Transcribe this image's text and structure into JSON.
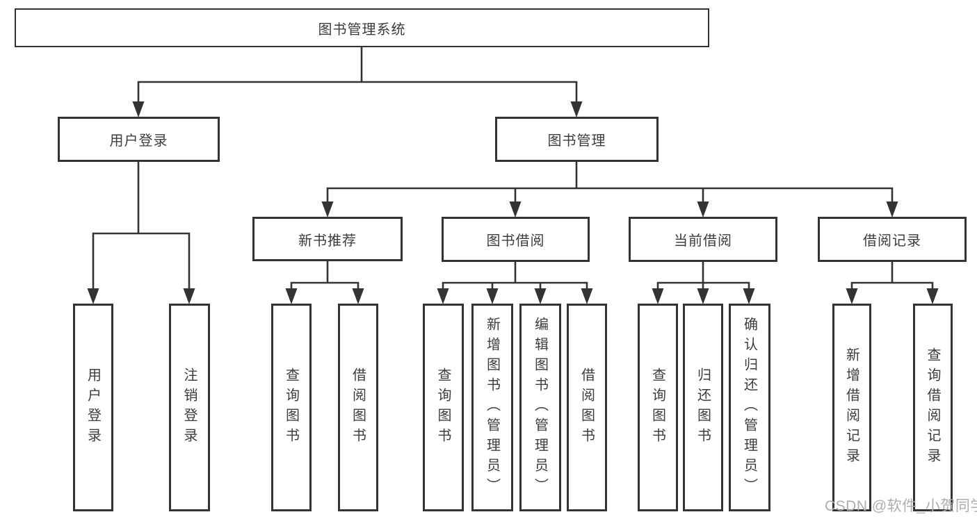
{
  "diagram_title": "图书管理系统",
  "nodes": {
    "root": {
      "label": "图书管理系统"
    },
    "user_login": {
      "label": "用户登录"
    },
    "book_mgmt": {
      "label": "图书管理"
    },
    "new_book_rec": {
      "label": "新书推荐"
    },
    "book_borrow": {
      "label": "图书借阅"
    },
    "current_borrow": {
      "label": "当前借阅"
    },
    "borrow_record": {
      "label": "借阅记录"
    },
    "leaf_user_login": {
      "label": "用户登录"
    },
    "leaf_logout": {
      "label": "注销登录"
    },
    "leaf_query_book_rec": {
      "label": "查询图书"
    },
    "leaf_borrow_book_rec": {
      "label": "借阅图书"
    },
    "leaf_query_book_bor": {
      "label": "查询图书"
    },
    "leaf_add_book": {
      "label": "新增图书（管理员）"
    },
    "leaf_edit_book": {
      "label": "编辑图书（管理员）"
    },
    "leaf_borrow_book_bor": {
      "label": "借阅图书"
    },
    "leaf_query_book_cur": {
      "label": "查询图书"
    },
    "leaf_return_book": {
      "label": "归还图书"
    },
    "leaf_confirm_return": {
      "label": "确认归还（管理员）"
    },
    "leaf_add_borrow_record": {
      "label": "新增借阅记录"
    },
    "leaf_query_borrow_record": {
      "label": "查询借阅记录"
    }
  },
  "edges": [
    [
      "root",
      "user_login"
    ],
    [
      "root",
      "book_mgmt"
    ],
    [
      "user_login",
      "leaf_user_login"
    ],
    [
      "user_login",
      "leaf_logout"
    ],
    [
      "book_mgmt",
      "new_book_rec"
    ],
    [
      "book_mgmt",
      "book_borrow"
    ],
    [
      "book_mgmt",
      "current_borrow"
    ],
    [
      "book_mgmt",
      "borrow_record"
    ],
    [
      "new_book_rec",
      "leaf_query_book_rec"
    ],
    [
      "new_book_rec",
      "leaf_borrow_book_rec"
    ],
    [
      "book_borrow",
      "leaf_query_book_bor"
    ],
    [
      "book_borrow",
      "leaf_add_book"
    ],
    [
      "book_borrow",
      "leaf_edit_book"
    ],
    [
      "book_borrow",
      "leaf_borrow_book_bor"
    ],
    [
      "current_borrow",
      "leaf_query_book_cur"
    ],
    [
      "current_borrow",
      "leaf_return_book"
    ],
    [
      "current_borrow",
      "leaf_confirm_return"
    ],
    [
      "borrow_record",
      "leaf_add_borrow_record"
    ],
    [
      "borrow_record",
      "leaf_query_borrow_record"
    ]
  ],
  "watermark": "CSDN @软件_小贺同学",
  "colors": {
    "line": "#333333",
    "box_border": "#333333",
    "text": "#3c3c3c",
    "watermark": "#adadad",
    "background": "#ffffff"
  }
}
